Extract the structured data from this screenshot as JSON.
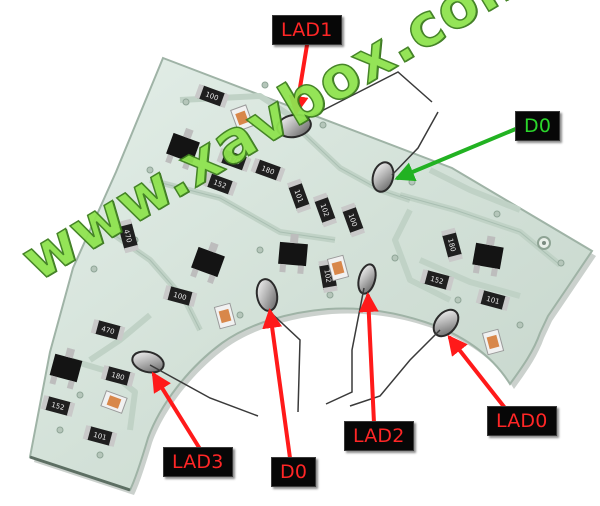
{
  "labels": {
    "lad1": "LAD1",
    "d0_top": "D0",
    "lad3": "LAD3",
    "d0_bottom": "D0",
    "lad2": "LAD2",
    "lad0": "LAD0"
  },
  "watermark": "www.xavbox.com",
  "colors": {
    "callout_bg": "#070707",
    "callout_red_text": "#ff2626",
    "callout_green_text": "#2bd72b",
    "arrow_red": "#ff1a1a",
    "arrow_green": "#22b222",
    "pcb_board": "#d7e4dc",
    "watermark": "#8fe34f"
  },
  "component_markings": [
    "100",
    "470",
    "180",
    "152",
    "101",
    "102"
  ]
}
